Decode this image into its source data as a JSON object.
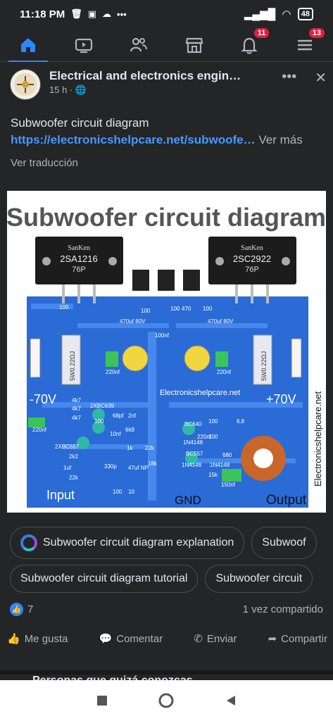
{
  "status": {
    "time": "11:18 PM",
    "battery": "48"
  },
  "nav": {
    "notifications_badge": "11",
    "menu_badge": "13"
  },
  "post": {
    "group_name": "Electrical and electronics engin…",
    "time": "15 h",
    "title": "Subwoofer circuit diagram",
    "link": "https://electronicshelpcare.net/subwoofe…",
    "see_more": "Ver más",
    "see_translation": "Ver traducción"
  },
  "diagram": {
    "title": "Subwoofer circuit diagram",
    "left_transistor_brand": "SanKen",
    "left_transistor": "2SA1216",
    "left_transistor_code": "76P",
    "right_transistor_brand": "SanKen",
    "right_transistor": "2SC2922",
    "right_transistor_code": "76P",
    "watermark": "Electronicshelpcare.net",
    "watermark_vertical": "Electronicshelpcare.net",
    "resistor_left": "5W0.22ΩJ",
    "resistor_right": "5W0.22ΩJ",
    "neg_rail": "-70V",
    "pos_rail": "+70V",
    "input": "Input",
    "gnd": "GND",
    "output": "Output",
    "labels": [
      "100",
      "100",
      "470uf\n80V",
      "470uf\n80V",
      "100nf",
      "100",
      "470",
      "100",
      "220nf",
      "220nf",
      "4k7",
      "4k7",
      "4k7",
      "2XBC639",
      "68pf",
      "2nf",
      "6k8",
      "10nf",
      "1k",
      "22k",
      "1N4148",
      "BC640",
      "220nf",
      "6.8",
      "100",
      "100",
      "BC557",
      "2XBC557",
      "2k2",
      "1uf",
      "22k",
      "330p",
      "47uf\nNP",
      "18k",
      "1N4148",
      "1N4148",
      "15k",
      "680",
      "10",
      "150nf",
      "220nf",
      "100",
      "100"
    ]
  },
  "suggestions": {
    "row1": [
      "Subwoofer circuit diagram explanation",
      "Subwoof"
    ],
    "row2": [
      "Subwoofer circuit diagram tutorial",
      "Subwoofer circuit"
    ]
  },
  "reactions": {
    "likes": "7",
    "shares": "1 vez compartido"
  },
  "actions": {
    "like": "Me gusta",
    "comment": "Comentar",
    "send": "Enviar",
    "share": "Compartir"
  },
  "suggestion_header": "Personas que quizá conozcas"
}
